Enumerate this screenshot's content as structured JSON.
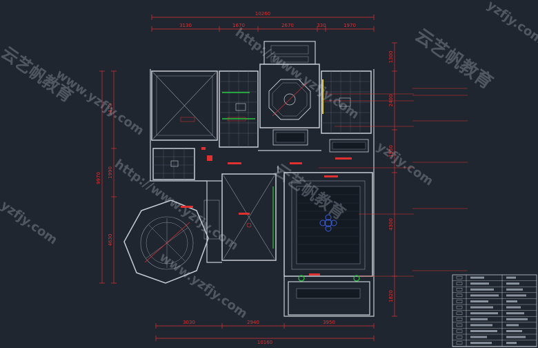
{
  "colors": {
    "background": "#1f2630",
    "wall": "#c8ccd4",
    "dimension": "#e03030",
    "hatch": "#5b6577",
    "accent_green": "#27c93f",
    "accent_yellow": "#e6d21a",
    "accent_blue": "#3b5bd9"
  },
  "dimensions": {
    "top_total": "10260",
    "top_segments": [
      "3130",
      "1670",
      "2670",
      "330",
      "1970"
    ],
    "bottom_total": "10160",
    "bottom_segments": [
      "3030",
      "2940",
      "3950"
    ],
    "left_total": "9970",
    "left_segments": [
      "3410",
      "1990",
      "4630"
    ],
    "right_segments": [
      "1300",
      "2400",
      "1950",
      "4300",
      "1820"
    ]
  },
  "watermarks": [
    "www.yzfjy.com",
    "云艺帆教育",
    "http://www.yzfjy.com",
    "yzfjy.com"
  ]
}
